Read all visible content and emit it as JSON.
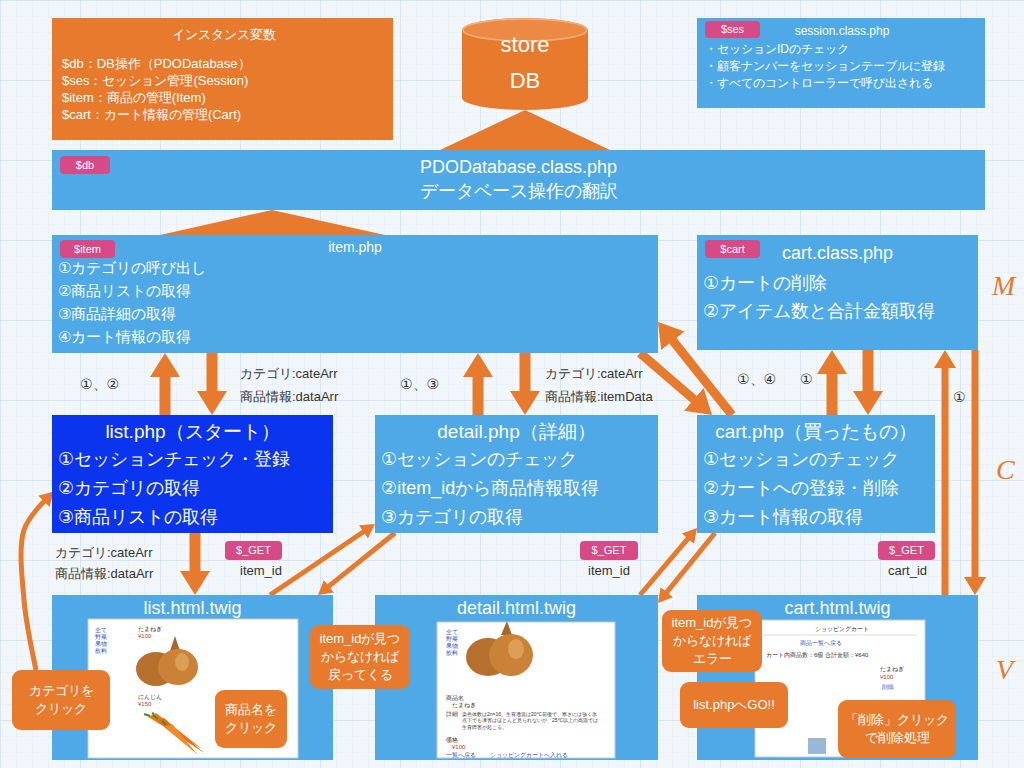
{
  "diagram": {
    "nodes": [
      {
        "text": [
          "インスタンス変数",
          "$db：DB操作（PDODatabase）",
          "$ses：セッション管理(Session)",
          "$item：商品の管理(Item)",
          "$cart：カート情報の管理(Cart)"
        ]
      },
      {
        "text": [
          "store",
          "DB"
        ]
      },
      {
        "text": [
          "session.class.php",
          "・セッションIDのチェック",
          "・顧客ナンバーをセッションテーブルに登録",
          "・すべてのコントローラーで呼び出される"
        ]
      },
      {
        "text": [
          "$ses"
        ],
        "in": 2
      },
      {
        "text": [
          "PDODatabase.class.php",
          "データベース操作の翻訳"
        ]
      },
      {
        "text": [
          "$db"
        ],
        "in": 4
      },
      {
        "text": [
          "item.php",
          "①カテゴリの呼び出し",
          "②商品リストの取得",
          "③商品詳細の取得",
          "④カート情報の取得"
        ]
      },
      {
        "text": [
          "$item"
        ],
        "in": 6
      },
      {
        "text": [
          "cart.class.php",
          "①カートの削除",
          "②アイテム数と合計金額取得"
        ]
      },
      {
        "text": [
          "$cart"
        ],
        "in": 8
      },
      {
        "text": [
          "list.php（スタート）",
          "①セッションチェック・登録",
          "②カテゴリの取得",
          "③商品リストの取得"
        ]
      },
      {
        "text": [
          "detail.php（詳細）",
          "①セッションのチェック",
          "②item_idから商品情報取得",
          "③カテゴリの取得"
        ]
      },
      {
        "text": [
          "cart.php（買ったもの）",
          "①セッションのチェック",
          "②カートへの登録・削除",
          "③カート情報の取得"
        ]
      },
      {
        "text": [
          "$_GET"
        ]
      },
      {
        "text": [
          "$_GET"
        ]
      },
      {
        "text": [
          "$_GET"
        ]
      },
      {
        "text": [
          "list.html.twig"
        ]
      },
      {
        "text": [
          "detail.html.twig"
        ]
      },
      {
        "text": [
          "cart.html.twig"
        ]
      },
      {
        "text": [
          "カテゴリを クリック"
        ]
      },
      {
        "text": [
          "商品名を クリック"
        ],
        "in": 16
      },
      {
        "text": [
          "item_idが見つ からなければ 戻ってくる"
        ]
      },
      {
        "text": [
          "item_idが見つ からなければ エラー"
        ]
      },
      {
        "text": [
          "list.phpへGO!!"
        ]
      },
      {
        "text": [
          "「削除」クリック で削除処理"
        ],
        "in": 18
      }
    ],
    "edges": [
      {
        "from": 6,
        "to": 4,
        "arrow": "to"
      },
      {
        "from": 4,
        "to": 1,
        "arrow": "to"
      },
      {
        "from": 10,
        "to": 6,
        "arrow": "to"
      },
      {
        "from": 6,
        "to": 10,
        "arrow": "to"
      },
      {
        "from": 11,
        "to": 6,
        "arrow": "to"
      },
      {
        "from": 6,
        "to": 11,
        "arrow": "to"
      },
      {
        "from": 6,
        "to": 12,
        "arrow": "to"
      },
      {
        "from": 12,
        "to": 6,
        "arrow": "to"
      },
      {
        "from": 12,
        "to": 8,
        "arrow": "to"
      },
      {
        "from": 8,
        "to": 12,
        "arrow": "to"
      },
      {
        "from": 10,
        "to": 16,
        "arrow": "to"
      },
      {
        "from": 19,
        "to": 10,
        "arrow": "to"
      },
      {
        "from": 16,
        "to": 11,
        "arrow": "to"
      },
      {
        "from": 11,
        "to": 16,
        "arrow": "to"
      },
      {
        "from": 17,
        "to": 12,
        "arrow": "to"
      },
      {
        "from": 12,
        "to": 17,
        "arrow": "to"
      },
      {
        "from": 18,
        "to": 8,
        "arrow": "to"
      },
      {
        "from": 8,
        "to": 18,
        "arrow": "to"
      }
    ],
    "labels": [
      "カテゴリ:cateArr",
      "商品情報:dataArr",
      "①、②",
      "①、③",
      "カテゴリ:cateArr",
      "商品情報:itemData",
      "①、④",
      "①",
      "①",
      "カテゴリ:cateArr",
      "商品情報:dataArr",
      "item_id",
      "item_id",
      "cart_id",
      "M",
      "C",
      "V",
      "全て",
      "野菜",
      "果物",
      "飲料",
      "たまねぎ",
      "¥100",
      "にんじん",
      "¥150",
      "全て",
      "野菜",
      "果物",
      "飲料",
      "商品名",
      "たまねぎ",
      "詳細",
      "染色体数は2n=16。生育適温は20℃前後で、寒さには強く氷点下でも凍害はほとんど見られないが、25℃以上の高温では生育障害が起こる。",
      "価格",
      "¥100",
      "一覧へ戻る",
      "ショッピングカートへ入れる",
      "ショッピングカート",
      "商品一覧へ戻る",
      "カート内商品数：6個 合計金額：¥640",
      "たまねぎ",
      "¥100",
      "削除"
    ]
  }
}
